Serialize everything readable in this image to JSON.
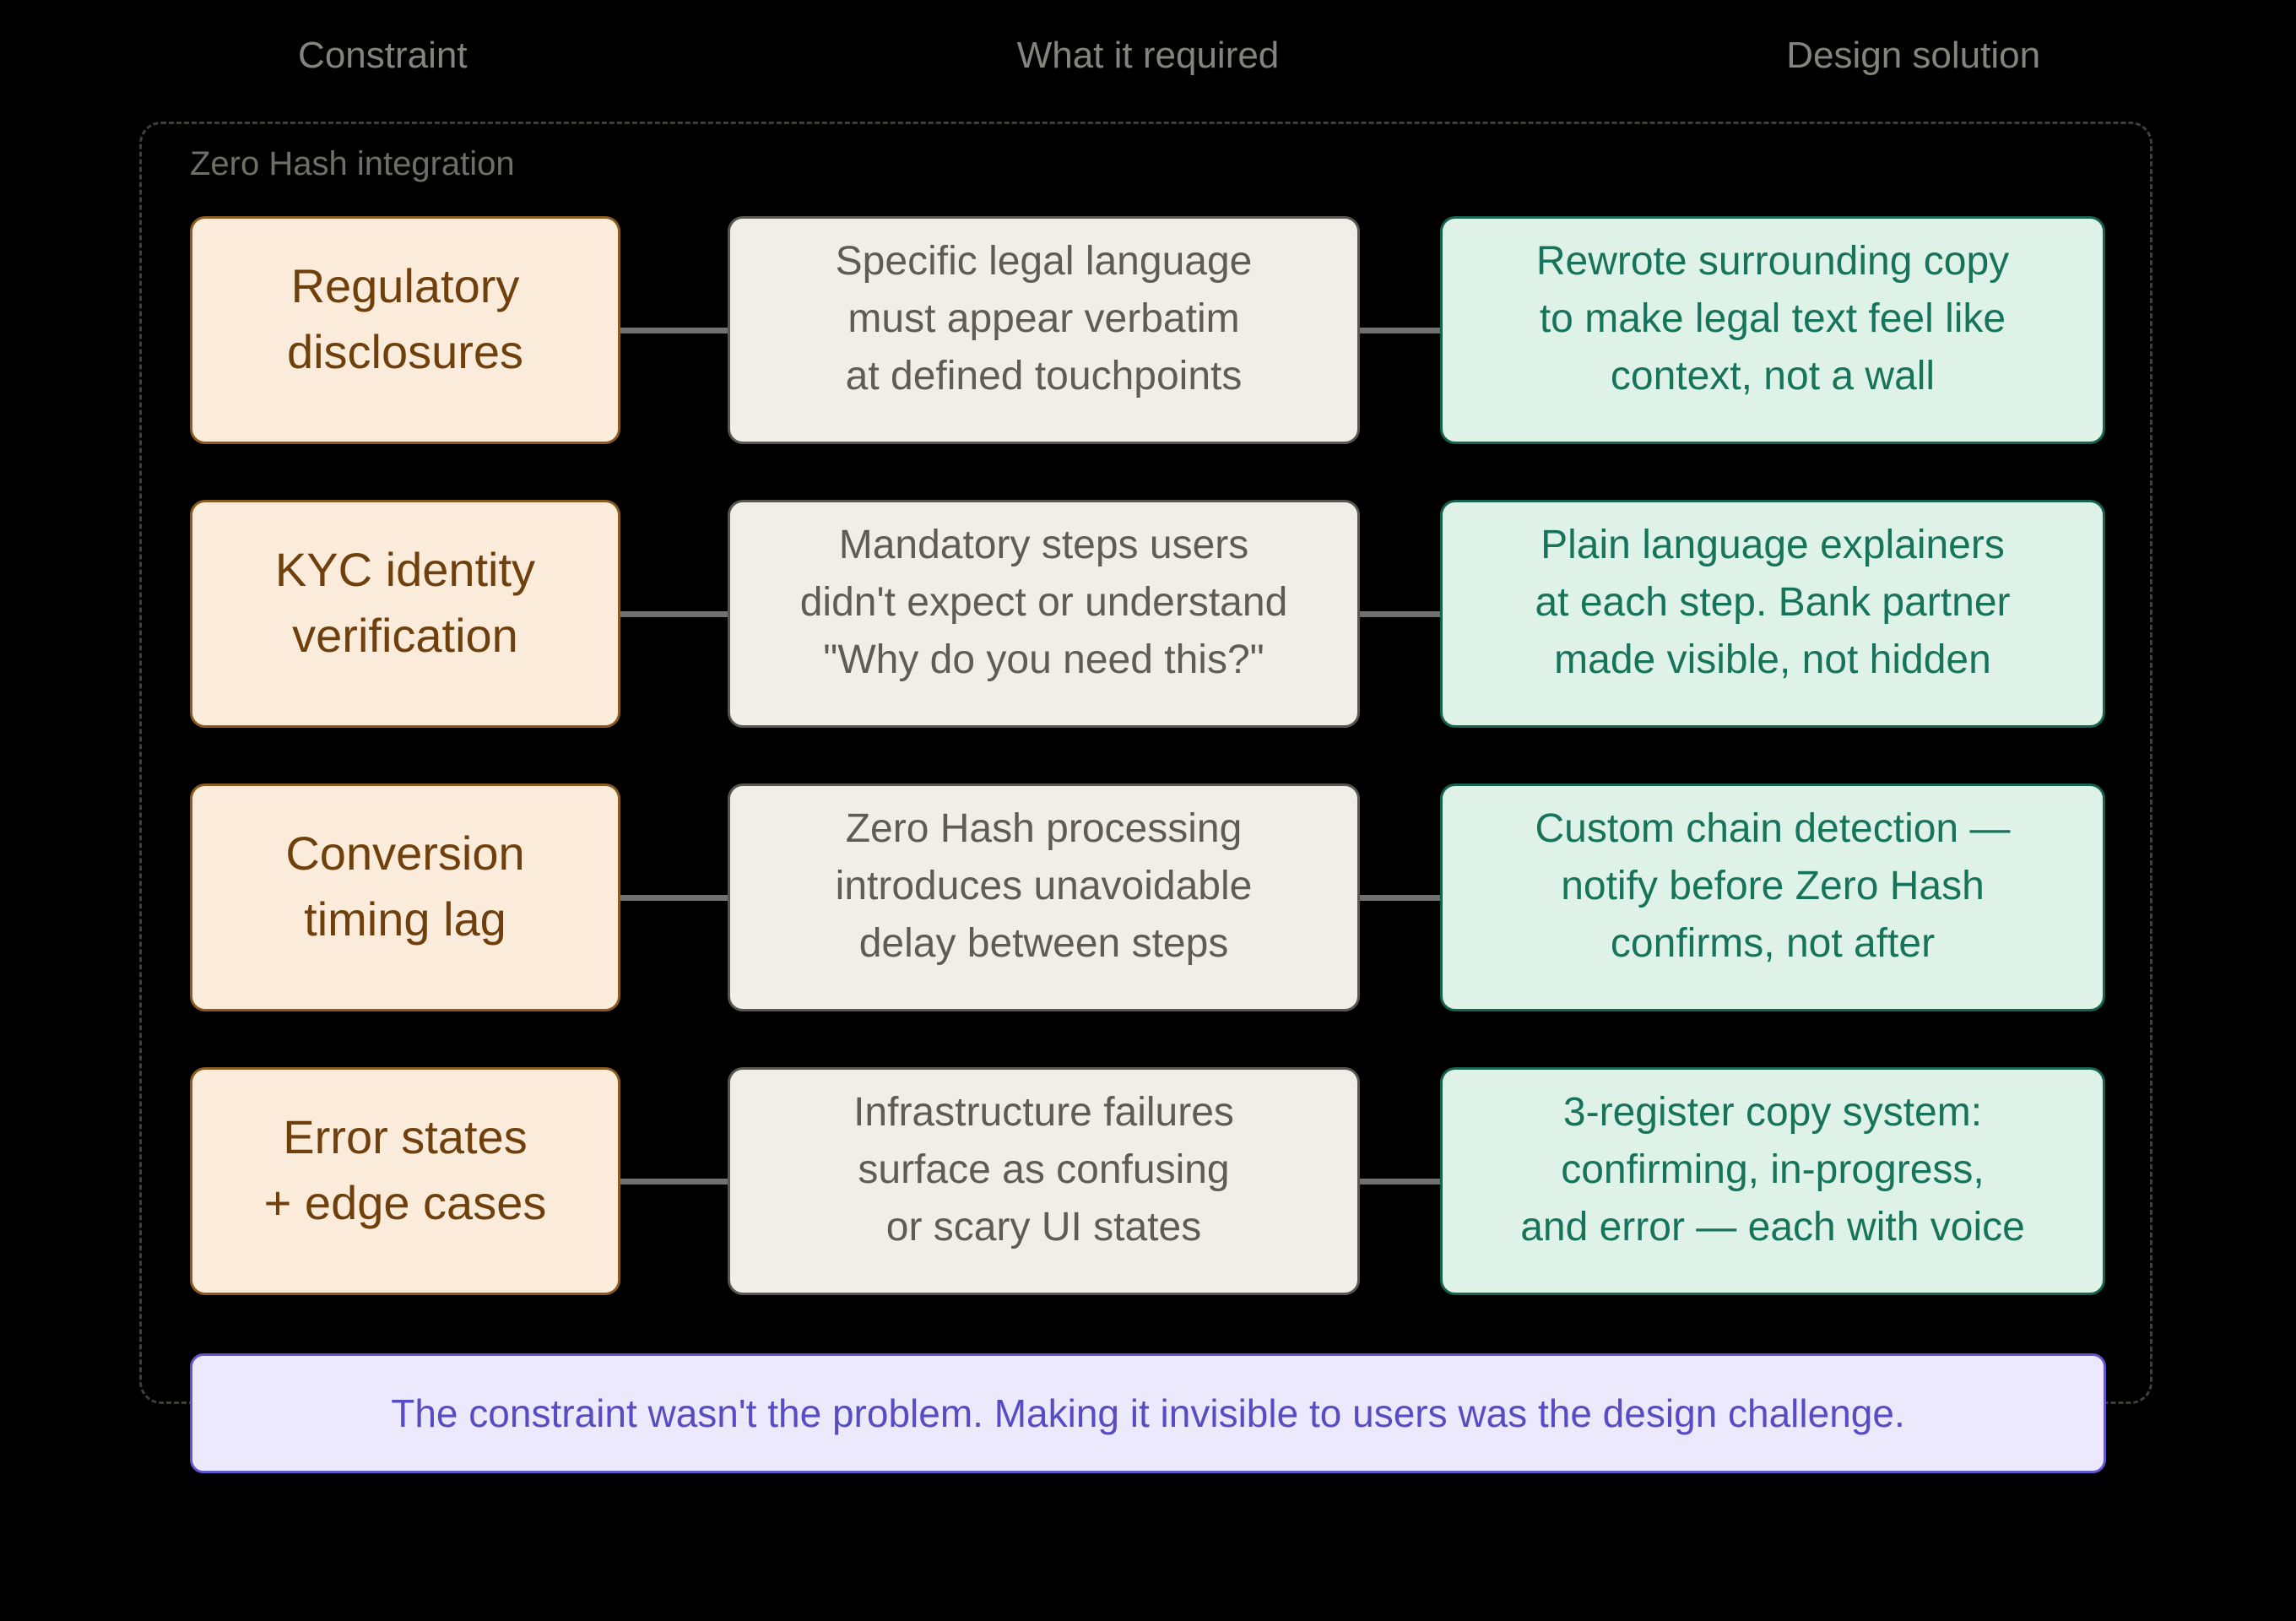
{
  "title_row": {
    "col1": "Constraint",
    "col2": "What it required",
    "col3": "Design solution"
  },
  "group": {
    "label": "Zero Hash integration"
  },
  "rows": [
    {
      "constraint": "Regulatory\ndisclosures",
      "requirement": "Specific legal language\nmust appear verbatim\nat defined touchpoints",
      "solution": "Rewrote surrounding copy\nto make legal text feel like\ncontext, not a wall"
    },
    {
      "constraint": "KYC identity\nverification",
      "requirement": "Mandatory steps users\ndidn't expect or understand\n\"Why do you need this?\"",
      "solution": "Plain language explainers\nat each step. Bank partner\nmade visible, not hidden"
    },
    {
      "constraint": "Conversion\ntiming lag",
      "requirement": "Zero Hash processing\nintroduces unavoidable\ndelay between steps",
      "solution": "Custom chain detection —\nnotify before Zero Hash\nconfirms, not after"
    },
    {
      "constraint": "Error states\n+ edge cases",
      "requirement": "Infrastructure failures\nsurface as confusing\nor scary UI states",
      "solution": "3-register copy system:\nconfirming, in-progress,\nand error — each with voice"
    }
  ],
  "footer": {
    "text": "The constraint wasn't the problem. Making it invisible to users was the design challenge."
  },
  "colors": {
    "header-text": "#84837C",
    "group-text": "#6F6E67",
    "frame-border": "#3F3E39",
    "connector": "#707070",
    "constraint-fill": "#FAEBDA",
    "constraint-border": "#8A5A1E",
    "constraint-text": "#6F3F0C",
    "required-fill": "#F0EEE6",
    "required-border": "#57564F",
    "required-text": "#5D5C55",
    "solution-fill": "#DEF2E8",
    "solution-border": "#16624E",
    "solution-text": "#17745A",
    "footer-fill": "#ECE9FC",
    "footer-border": "#6156CB",
    "footer-text": "#584CC4"
  }
}
